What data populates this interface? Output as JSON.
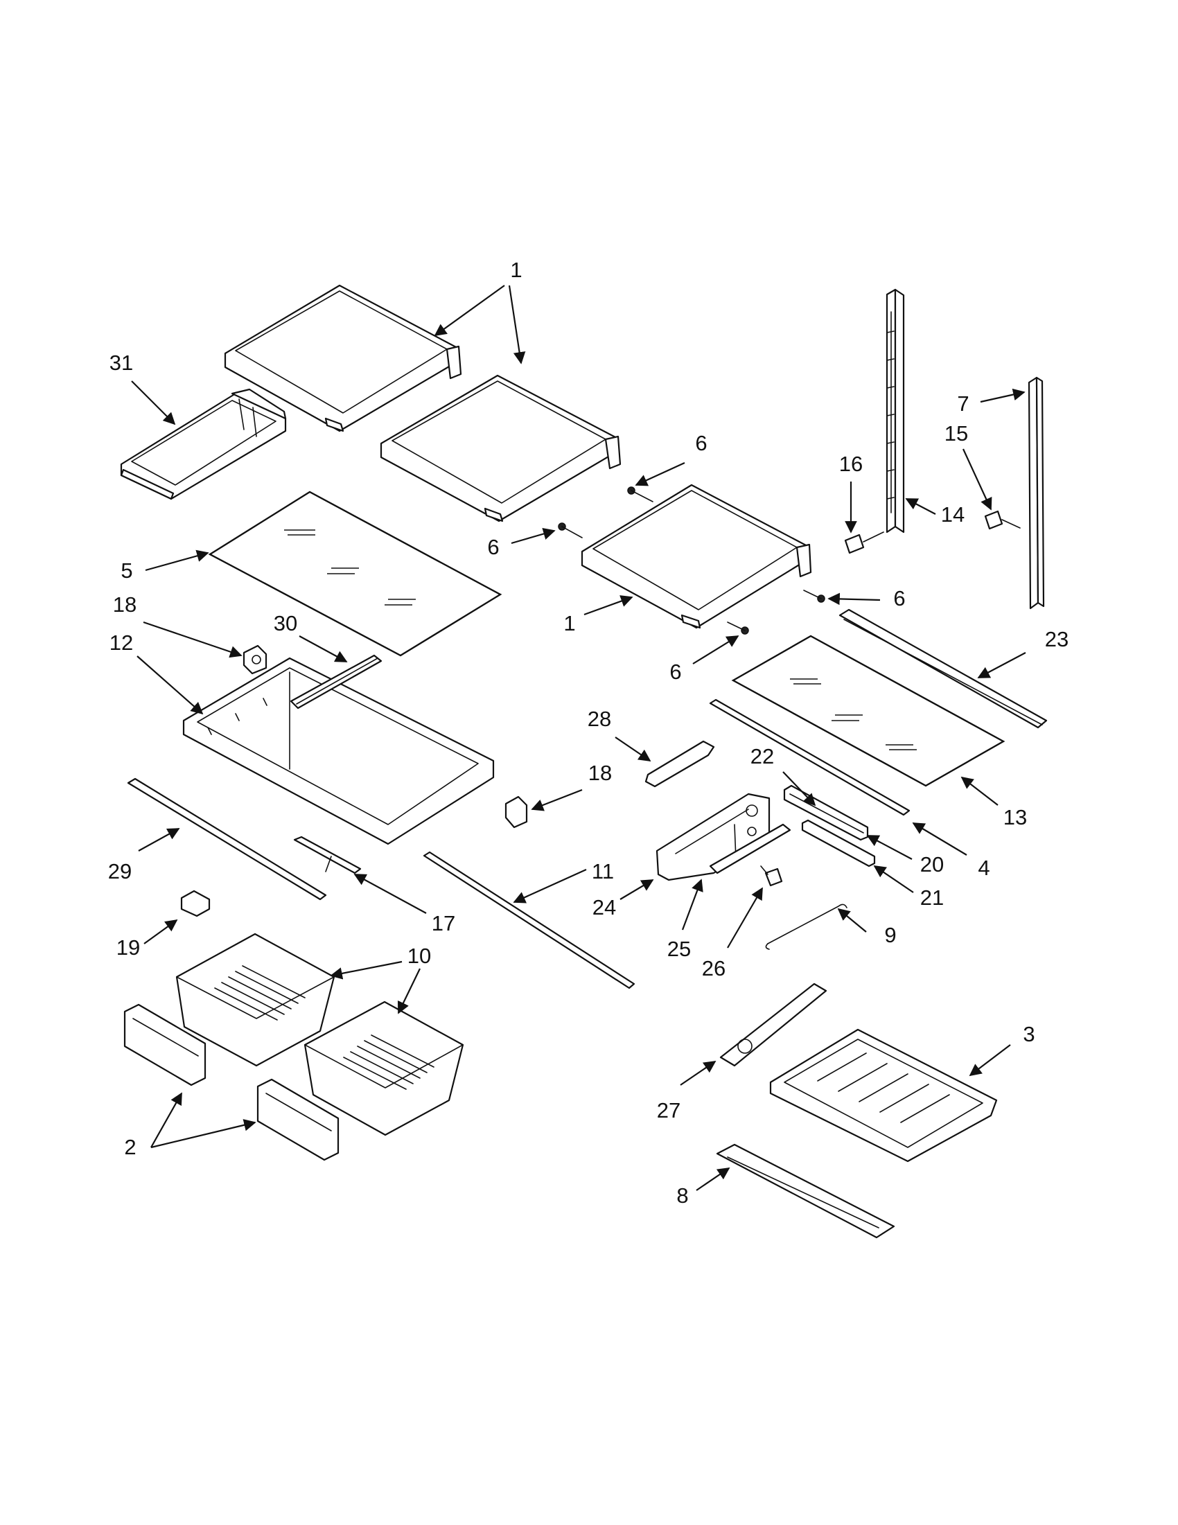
{
  "callouts": [
    {
      "id": "c1a",
      "text": "1"
    },
    {
      "id": "c1b",
      "text": "1"
    },
    {
      "id": "c2",
      "text": "2"
    },
    {
      "id": "c3",
      "text": "3"
    },
    {
      "id": "c4",
      "text": "4"
    },
    {
      "id": "c5",
      "text": "5"
    },
    {
      "id": "c6a",
      "text": "6"
    },
    {
      "id": "c6b",
      "text": "6"
    },
    {
      "id": "c6c",
      "text": "6"
    },
    {
      "id": "c6d",
      "text": "6"
    },
    {
      "id": "c7",
      "text": "7"
    },
    {
      "id": "c8",
      "text": "8"
    },
    {
      "id": "c9",
      "text": "9"
    },
    {
      "id": "c10",
      "text": "10"
    },
    {
      "id": "c11",
      "text": "11"
    },
    {
      "id": "c12",
      "text": "12"
    },
    {
      "id": "c13",
      "text": "13"
    },
    {
      "id": "c14",
      "text": "14"
    },
    {
      "id": "c15",
      "text": "15"
    },
    {
      "id": "c16",
      "text": "16"
    },
    {
      "id": "c17",
      "text": "17"
    },
    {
      "id": "c18a",
      "text": "18"
    },
    {
      "id": "c18b",
      "text": "18"
    },
    {
      "id": "c19",
      "text": "19"
    },
    {
      "id": "c20",
      "text": "20"
    },
    {
      "id": "c21",
      "text": "21"
    },
    {
      "id": "c22",
      "text": "22"
    },
    {
      "id": "c23",
      "text": "23"
    },
    {
      "id": "c24",
      "text": "24"
    },
    {
      "id": "c25",
      "text": "25"
    },
    {
      "id": "c26",
      "text": "26"
    },
    {
      "id": "c27",
      "text": "27"
    },
    {
      "id": "c28",
      "text": "28"
    },
    {
      "id": "c29",
      "text": "29"
    },
    {
      "id": "c30",
      "text": "30"
    },
    {
      "id": "c31",
      "text": "31"
    }
  ]
}
